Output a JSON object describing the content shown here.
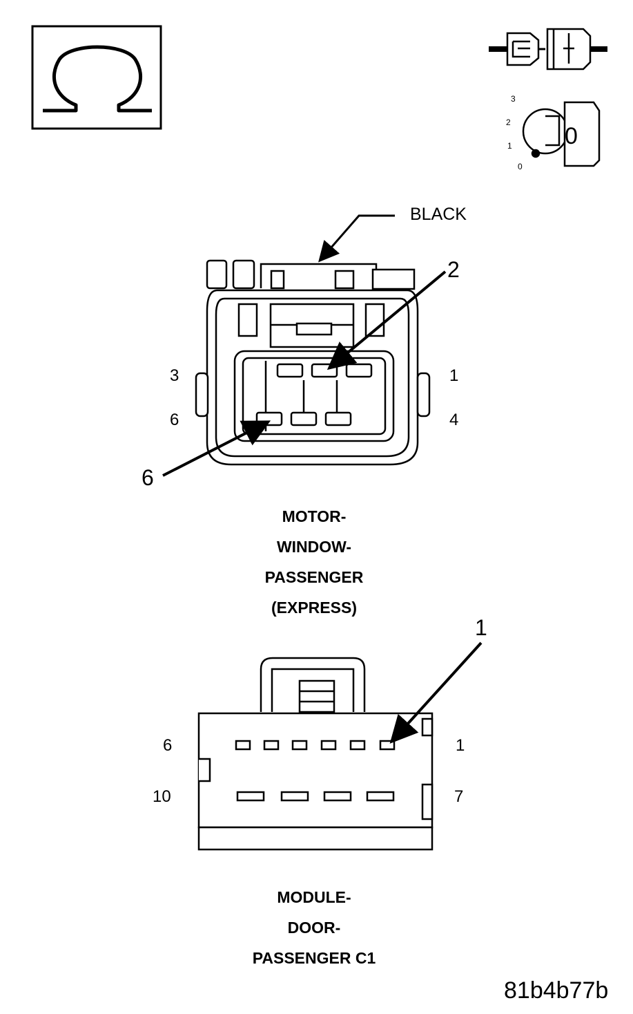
{
  "meter_icon": {
    "symbol": "Ω",
    "name": "ohmmeter-icon"
  },
  "disconnect_icon": {
    "name": "connector-disconnect-icon"
  },
  "ignition_icon": {
    "name": "ignition-key-icon",
    "positions": [
      "3",
      "2",
      "1",
      "0"
    ],
    "key_label": "0"
  },
  "connector_1": {
    "color_label": "BLACK",
    "callouts": [
      "2",
      "6"
    ],
    "pin_labels": {
      "top_left": "3",
      "top_right": "1",
      "bottom_left": "6",
      "bottom_right": "4"
    },
    "title_lines": [
      "MOTOR-",
      "WINDOW-",
      "PASSENGER",
      "(EXPRESS)"
    ]
  },
  "connector_2": {
    "callouts": [
      "1"
    ],
    "pin_labels": {
      "top_left": "6",
      "top_right": "1",
      "bottom_left": "10",
      "bottom_right": "7"
    },
    "title_lines": [
      "MODULE-",
      "DOOR-",
      "PASSENGER C1"
    ]
  },
  "figure_id": "81b4b77b"
}
